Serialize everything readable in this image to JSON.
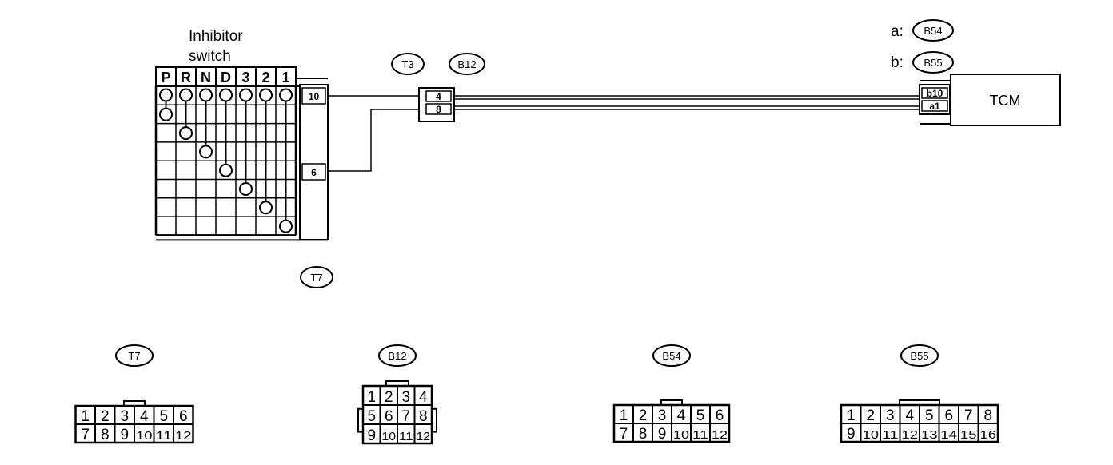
{
  "diagram": {
    "switch": {
      "title_line1": "Inhibitor",
      "title_line2": "switch",
      "positions": [
        "P",
        "R",
        "N",
        "D",
        "3",
        "2",
        "1"
      ],
      "pin_top": "10",
      "pin_bottom": "6",
      "connector": "T7"
    },
    "joint": {
      "badge_left": "T3",
      "badge_right": "B12",
      "pin_top": "4",
      "pin_bottom": "8"
    },
    "tcm": {
      "label": "TCM",
      "legend": [
        {
          "prefix": "a:",
          "code": "B54"
        },
        {
          "prefix": "b:",
          "code": "B55"
        }
      ],
      "pin_top": "b10",
      "pin_bottom": "a1"
    },
    "connectors": [
      {
        "code": "T7",
        "rows": [
          [
            "1",
            "2",
            "3",
            "4",
            "5",
            "6"
          ],
          [
            "7",
            "8",
            "9",
            "10",
            "11",
            "12"
          ]
        ]
      },
      {
        "code": "B12",
        "rows": [
          [
            "1",
            "2",
            "3",
            "4"
          ],
          [
            "5",
            "6",
            "7",
            "8"
          ],
          [
            "9",
            "10",
            "11",
            "12"
          ]
        ]
      },
      {
        "code": "B54",
        "rows": [
          [
            "1",
            "2",
            "3",
            "4",
            "5",
            "6"
          ],
          [
            "7",
            "8",
            "9",
            "10",
            "11",
            "12"
          ]
        ]
      },
      {
        "code": "B55",
        "rows": [
          [
            "1",
            "2",
            "3",
            "4",
            "5",
            "6",
            "7",
            "8"
          ],
          [
            "9",
            "10",
            "11",
            "12",
            "13",
            "14",
            "15",
            "16"
          ]
        ]
      }
    ]
  }
}
